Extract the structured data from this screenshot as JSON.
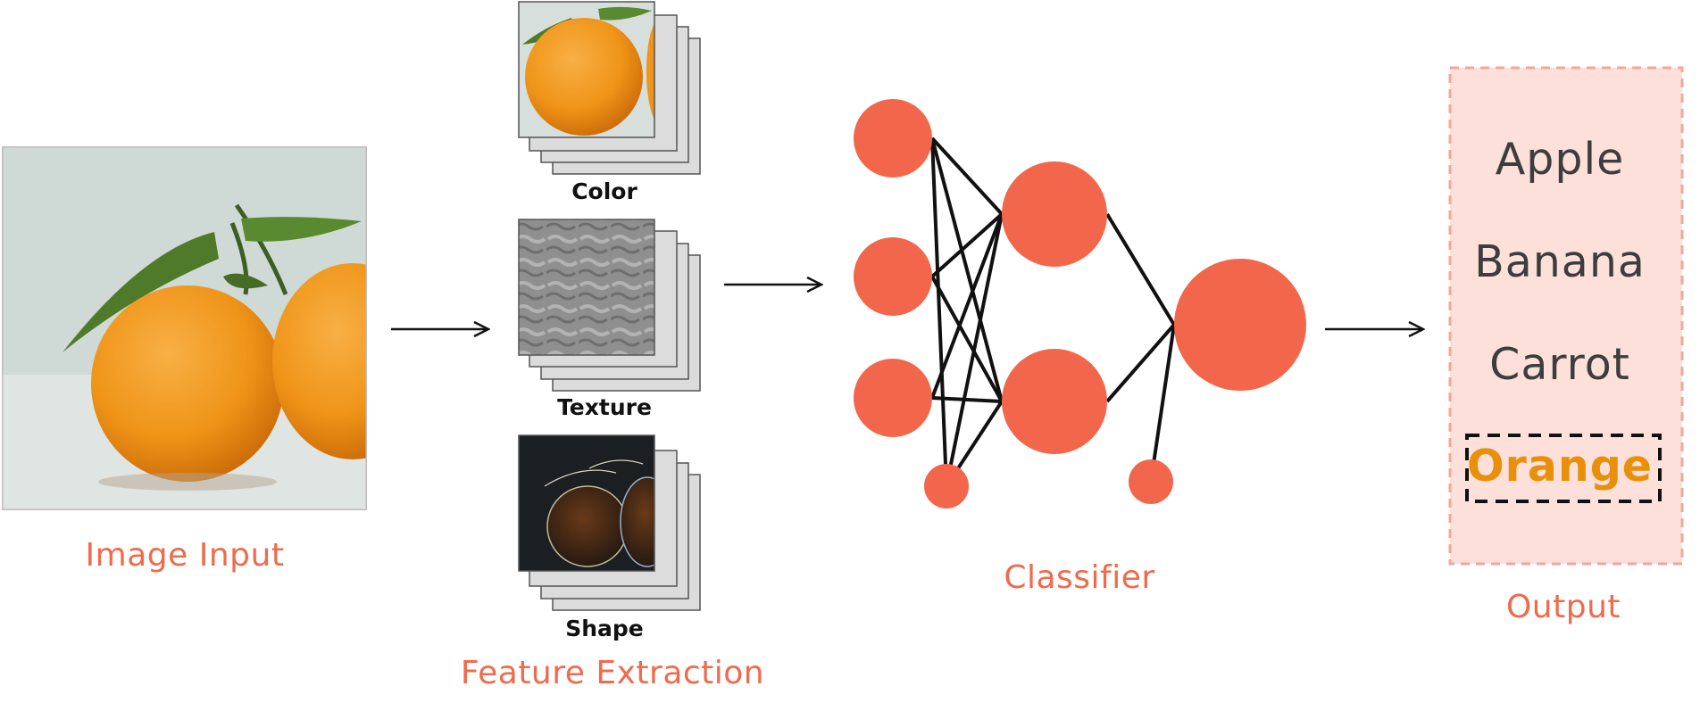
{
  "stages": {
    "input": "Image Input",
    "features": "Feature Extraction",
    "classifier": "Classifier",
    "output": "Output"
  },
  "features": [
    "Color",
    "Texture",
    "Shape"
  ],
  "outputs": [
    "Apple",
    "Banana",
    "Carrot",
    "Orange"
  ],
  "selected_output": "Orange",
  "colors": {
    "accent": "#f06a4c",
    "selected": "#e8900b",
    "output_panel": "#fce0d9",
    "node": "#f2674b"
  }
}
